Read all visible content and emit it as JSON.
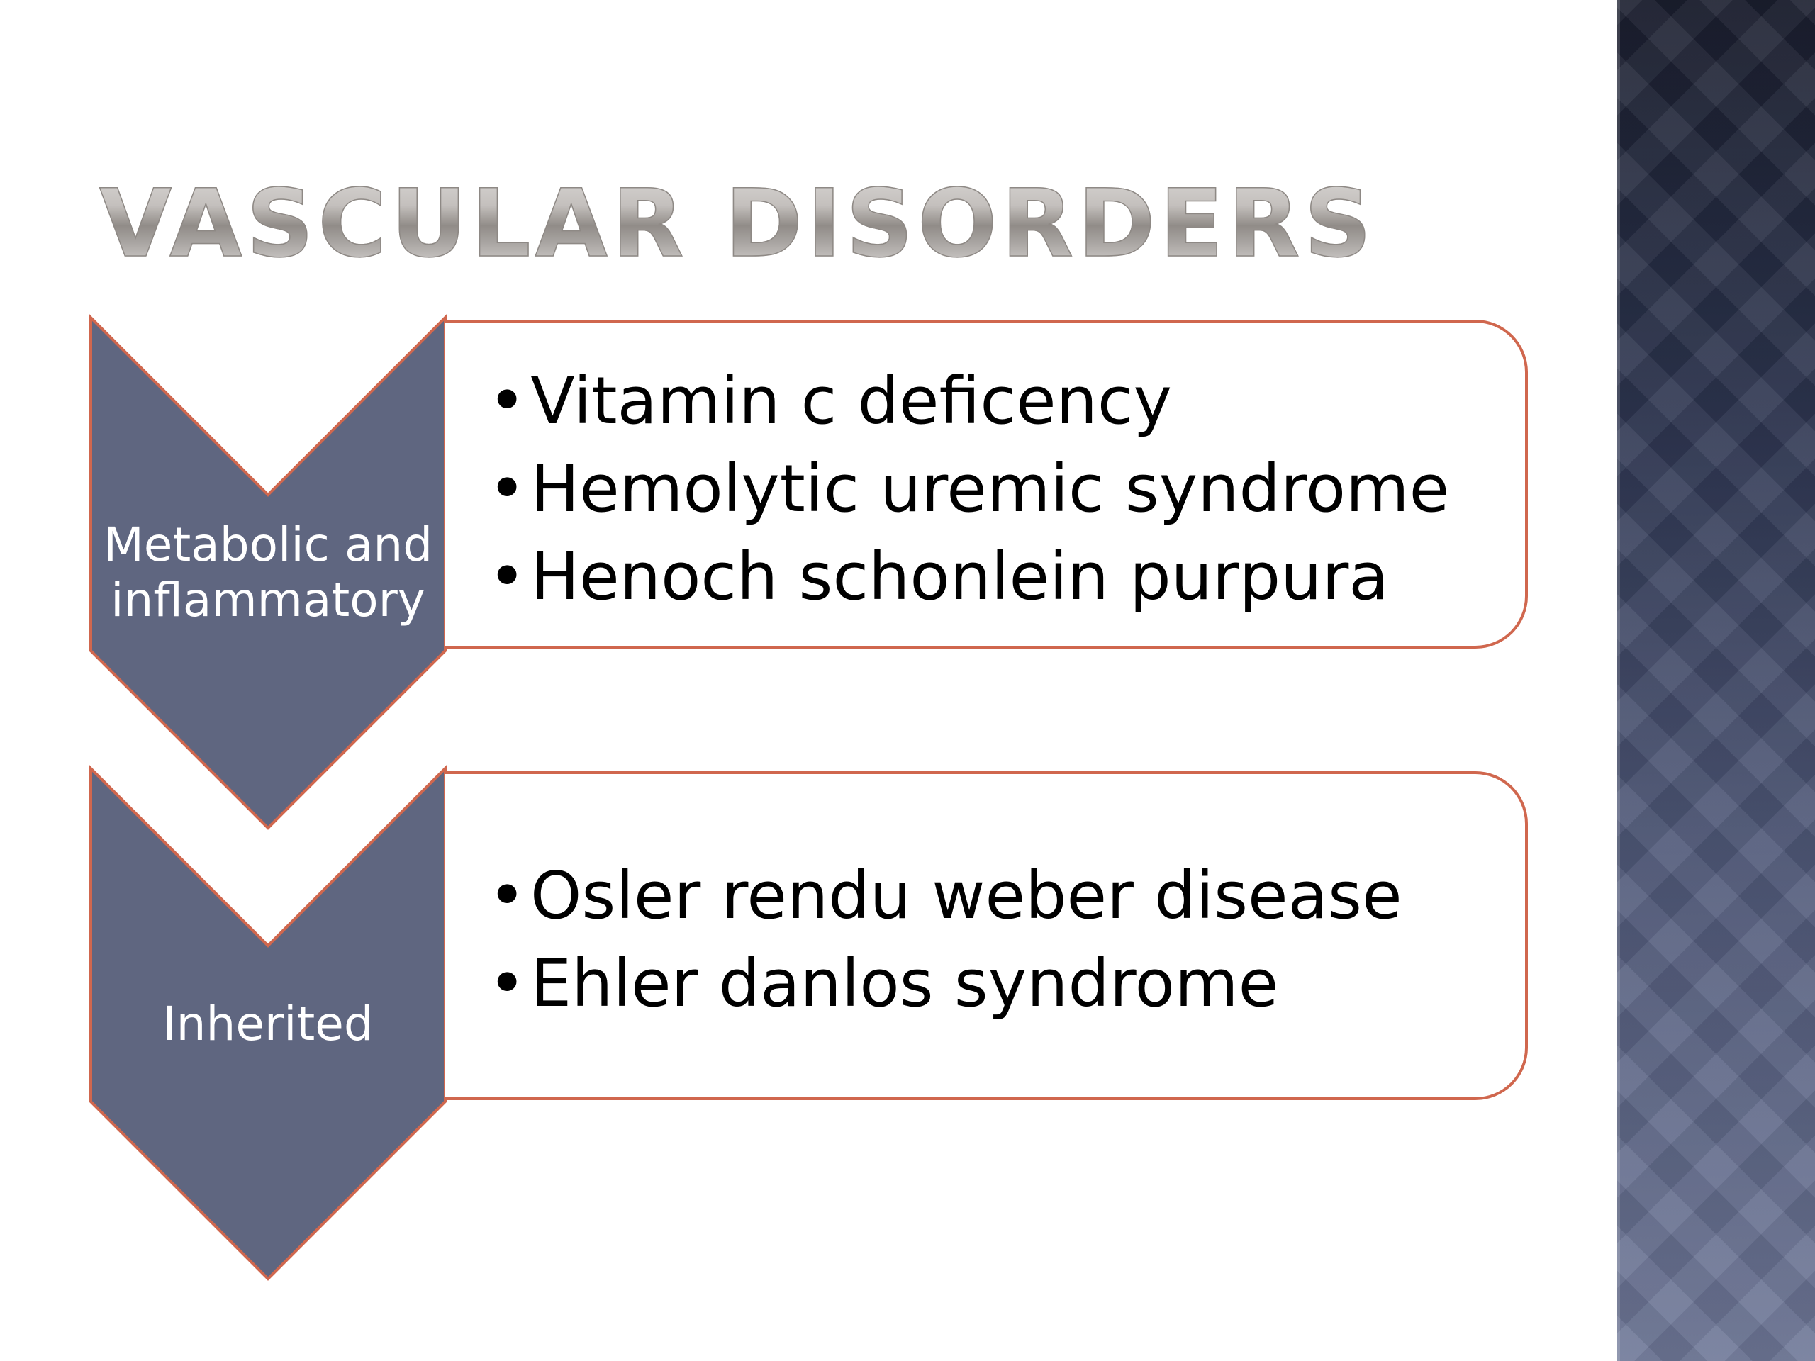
{
  "slide": {
    "title": "Vascular Disorders",
    "colors": {
      "chevron_fill": "#5f6680",
      "outline": "#d0674e",
      "side_panel": "#2d3550",
      "title_gray": "#a9a5a2"
    },
    "rows": [
      {
        "category": "Metabolic and\ninflammatory",
        "items": [
          "Vitamin c deficency",
          "Hemolytic uremic syndrome",
          "Henoch schonlein purpura"
        ]
      },
      {
        "category": "Inherited",
        "items": [
          "Osler rendu weber disease",
          "Ehler danlos syndrome"
        ]
      }
    ]
  }
}
